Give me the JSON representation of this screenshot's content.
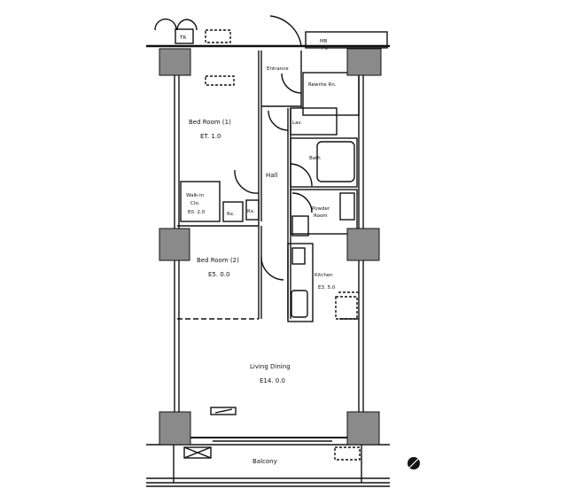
{
  "rooms": {
    "bedroom1": {
      "name": "Bed Room (1)",
      "area": "ET. 1.0"
    },
    "bedroom2": {
      "name": "Bed Room (2)",
      "area": "E5. 0.0"
    },
    "walkin": {
      "name": "Walk-in",
      "name2": "Clo.",
      "area": "E0. 2.0"
    },
    "entrance": {
      "name": "Entrance"
    },
    "rewrite": {
      "name": "Rewrite Rn."
    },
    "lav": {
      "name": "Lav."
    },
    "bath": {
      "name": "Bath"
    },
    "hall": {
      "name": "Hall"
    },
    "powder": {
      "name": "Powder",
      "name2": "Room"
    },
    "kitchen": {
      "name": "Kitchen",
      "area": "E3. 5.0"
    },
    "living": {
      "name": "Living Dining",
      "area": "E14. 0.0"
    },
    "balcony": {
      "name": "Balcony"
    },
    "mbps": {
      "line1": "MB",
      "line2": "PS"
    },
    "tr": {
      "name": "TR"
    },
    "rx1": {
      "name": "Rx."
    },
    "rx2": {
      "name": "Rx."
    }
  },
  "colors": {
    "wall": "#111111",
    "column": "#8a8a8a"
  },
  "compass_icon": "north-arrow"
}
